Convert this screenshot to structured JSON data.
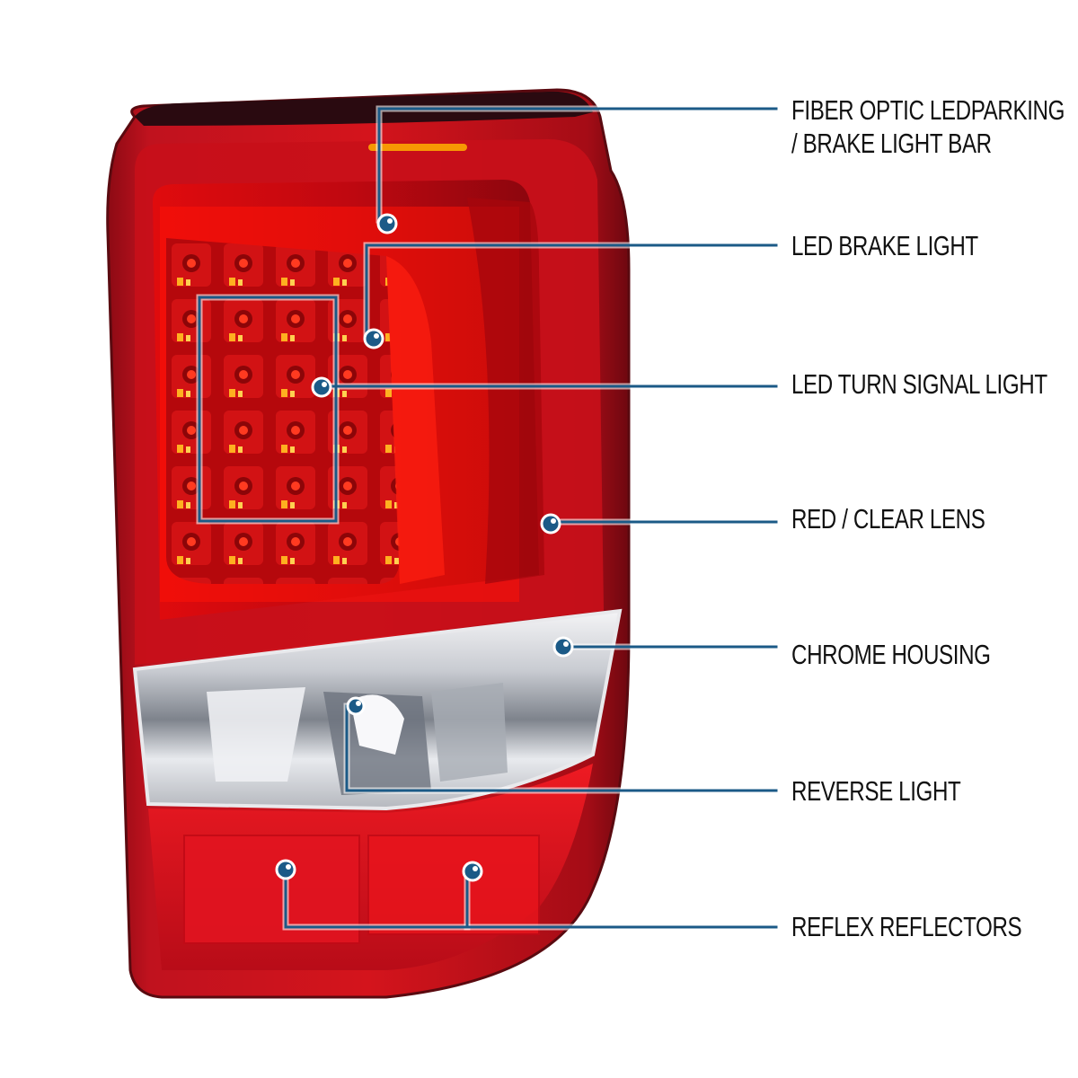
{
  "diagram": {
    "subject": "tail lamp",
    "accent_color": "#1b5a87",
    "callouts": [
      {
        "id": "fiber-optic-bar",
        "line1": "FIBER OPTIC LEDPARKING",
        "line2": "/ BRAKE LIGHT BAR"
      },
      {
        "id": "led-brake",
        "line1": "LED BRAKE LIGHT"
      },
      {
        "id": "led-turn",
        "line1": "LED TURN SIGNAL LIGHT"
      },
      {
        "id": "lens",
        "line1": "RED / CLEAR LENS"
      },
      {
        "id": "chrome-housing",
        "line1": "CHROME HOUSING"
      },
      {
        "id": "reverse",
        "line1": "REVERSE LIGHT"
      },
      {
        "id": "reflex",
        "line1": "REFLEX REFLECTORS"
      }
    ]
  }
}
